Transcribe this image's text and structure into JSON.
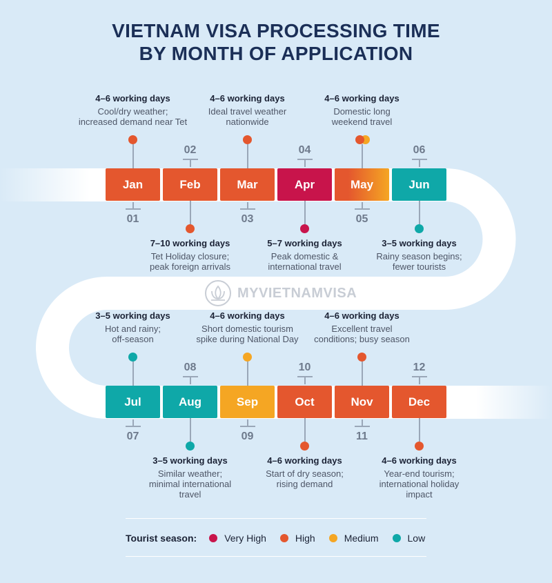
{
  "title": [
    "VIETNAM VISA PROCESSING TIME",
    "BY MONTH OF APPLICATION"
  ],
  "colors": {
    "background": "#d9eaf7",
    "road": "#ffffff",
    "very_high": "#c8144b",
    "high": "#e4572e",
    "medium": "#f5a623",
    "low": "#0fa8a8"
  },
  "months": [
    {
      "label": "Jan",
      "num": "01",
      "season": "high",
      "days": "4–6 working days",
      "desc": [
        "Cool/dry weather;",
        "increased demand near Tet"
      ]
    },
    {
      "label": "Feb",
      "num": "02",
      "season": "high",
      "days": "7–10 working days",
      "desc": [
        "Tet Holiday closure;",
        "peak foreign arrivals"
      ]
    },
    {
      "label": "Mar",
      "num": "03",
      "season": "high",
      "days": "4–6 working days",
      "desc": [
        "Ideal travel weather",
        "nationwide"
      ]
    },
    {
      "label": "Apr",
      "num": "04",
      "season": "very_high",
      "days": "5–7 working days",
      "desc": [
        "Peak domestic &",
        "international travel"
      ]
    },
    {
      "label": "May",
      "num": "05",
      "season": "high-medium",
      "days": "4–6 working days",
      "desc": [
        "Domestic long",
        "weekend travel"
      ]
    },
    {
      "label": "Jun",
      "num": "06",
      "season": "low",
      "days": "3–5 working days",
      "desc": [
        "Rainy season begins;",
        "fewer tourists"
      ]
    },
    {
      "label": "Jul",
      "num": "07",
      "season": "low",
      "days": "3–5 working days",
      "desc": [
        "Hot and rainy;",
        "off-season"
      ]
    },
    {
      "label": "Aug",
      "num": "08",
      "season": "low",
      "days": "3–5 working days",
      "desc": [
        "Similar weather;",
        "minimal international",
        "travel"
      ]
    },
    {
      "label": "Sep",
      "num": "09",
      "season": "medium",
      "days": "4–6 working days",
      "desc": [
        "Short domestic tourism",
        "spike during National Day"
      ]
    },
    {
      "label": "Oct",
      "num": "10",
      "season": "high",
      "days": "4–6 working days",
      "desc": [
        "Start of dry season;",
        "rising demand"
      ]
    },
    {
      "label": "Nov",
      "num": "11",
      "season": "high",
      "days": "4–6 working days",
      "desc": [
        "Excellent travel",
        "conditions; busy season"
      ]
    },
    {
      "label": "Dec",
      "num": "12",
      "season": "high",
      "days": "4–6 working days",
      "desc": [
        "Year-end tourism;",
        "international holiday",
        "impact"
      ]
    }
  ],
  "watermark": "MYVIETNAMVISA",
  "legend": {
    "label": "Tourist season:",
    "items": [
      {
        "name": "Very High",
        "key": "very_high"
      },
      {
        "name": "High",
        "key": "high"
      },
      {
        "name": "Medium",
        "key": "medium"
      },
      {
        "name": "Low",
        "key": "low"
      }
    ]
  }
}
